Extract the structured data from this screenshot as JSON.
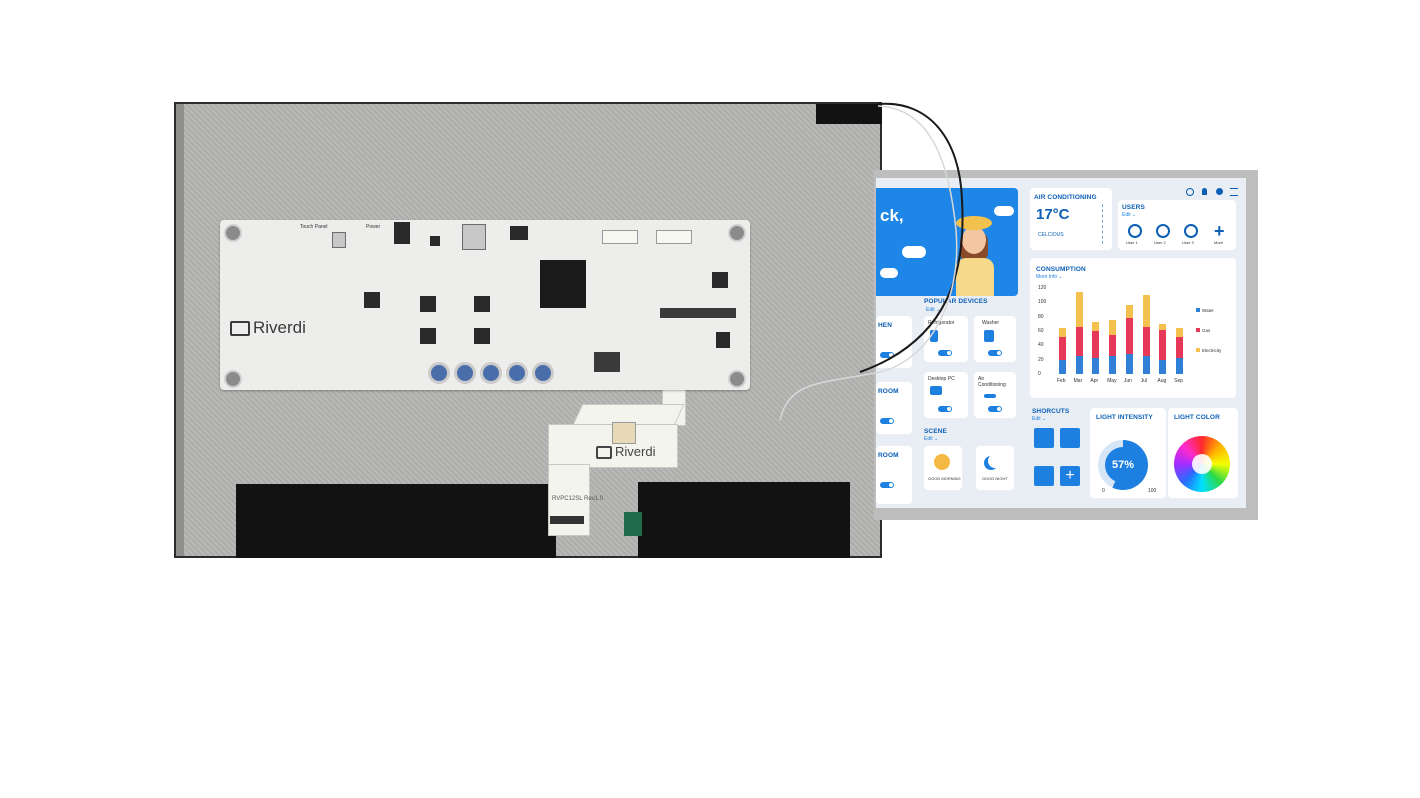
{
  "pcb": {
    "brand": "Riverdi",
    "touch_label": "Touch Panel",
    "power_label": "Power"
  },
  "flex_cable": {
    "brand": "Riverdi",
    "code": "RVPC12SL Rev1.0"
  },
  "display": {
    "welcome_partial": "ck,",
    "air_conditioning": {
      "title": "AIR CONDITIONING",
      "temperature": "17°C",
      "unit_label": "CELCIOUS"
    },
    "users": {
      "title": "USERS",
      "edit": "Edit ⌄",
      "list": [
        "User 1",
        "User 2",
        "User 3"
      ],
      "more": "More"
    },
    "consumption": {
      "title": "CONSUMPTION",
      "more_info": "More Info ⌄",
      "legend": [
        "Water",
        "Gas",
        "Electricity"
      ]
    },
    "popular_devices": {
      "title": "POPULAR DEVICES",
      "edit": "Edit ⌄",
      "devices": [
        "Refrigerator",
        "Washer",
        "Desktop PC",
        "Air Conditioning"
      ]
    },
    "side_sections": [
      "HEN",
      "ROOM",
      "ROOM"
    ],
    "scene": {
      "title": "SCENE",
      "edit": "Edit ⌄",
      "items": [
        "GOOD MORNING",
        "GOOD NIGHT"
      ]
    },
    "shortcuts": {
      "title": "SHORCUTS",
      "edit": "Edit ⌄"
    },
    "light_intensity": {
      "title": "LIGHT INTENSITY",
      "value": "57%",
      "min": "0",
      "max": "100",
      "level": 0.57
    },
    "light_color": {
      "title": "LIGHT COLOR"
    }
  },
  "chart_data": {
    "type": "bar",
    "categories": [
      "Feb",
      "Mar",
      "Apr",
      "May",
      "Jun",
      "Jul",
      "Aug",
      "Sep"
    ],
    "y_ticks": [
      "0",
      "20",
      "40",
      "60",
      "80",
      "100",
      "120"
    ],
    "ylim": [
      0,
      120
    ],
    "stacked": true,
    "series": [
      {
        "name": "Water",
        "color": "#2f80d6",
        "values": [
          20,
          25,
          22,
          25,
          28,
          25,
          20,
          22
        ]
      },
      {
        "name": "Gas",
        "color": "#e8385a",
        "values": [
          32,
          40,
          38,
          30,
          50,
          40,
          42,
          30
        ]
      },
      {
        "name": "Electricity",
        "color": "#f4c04e",
        "values": [
          12,
          50,
          12,
          20,
          18,
          45,
          8,
          12
        ]
      }
    ]
  },
  "colors": {
    "accent": "#1d7fe0",
    "heading": "#0b5fb5",
    "screen_bg": "#e9eef4"
  }
}
